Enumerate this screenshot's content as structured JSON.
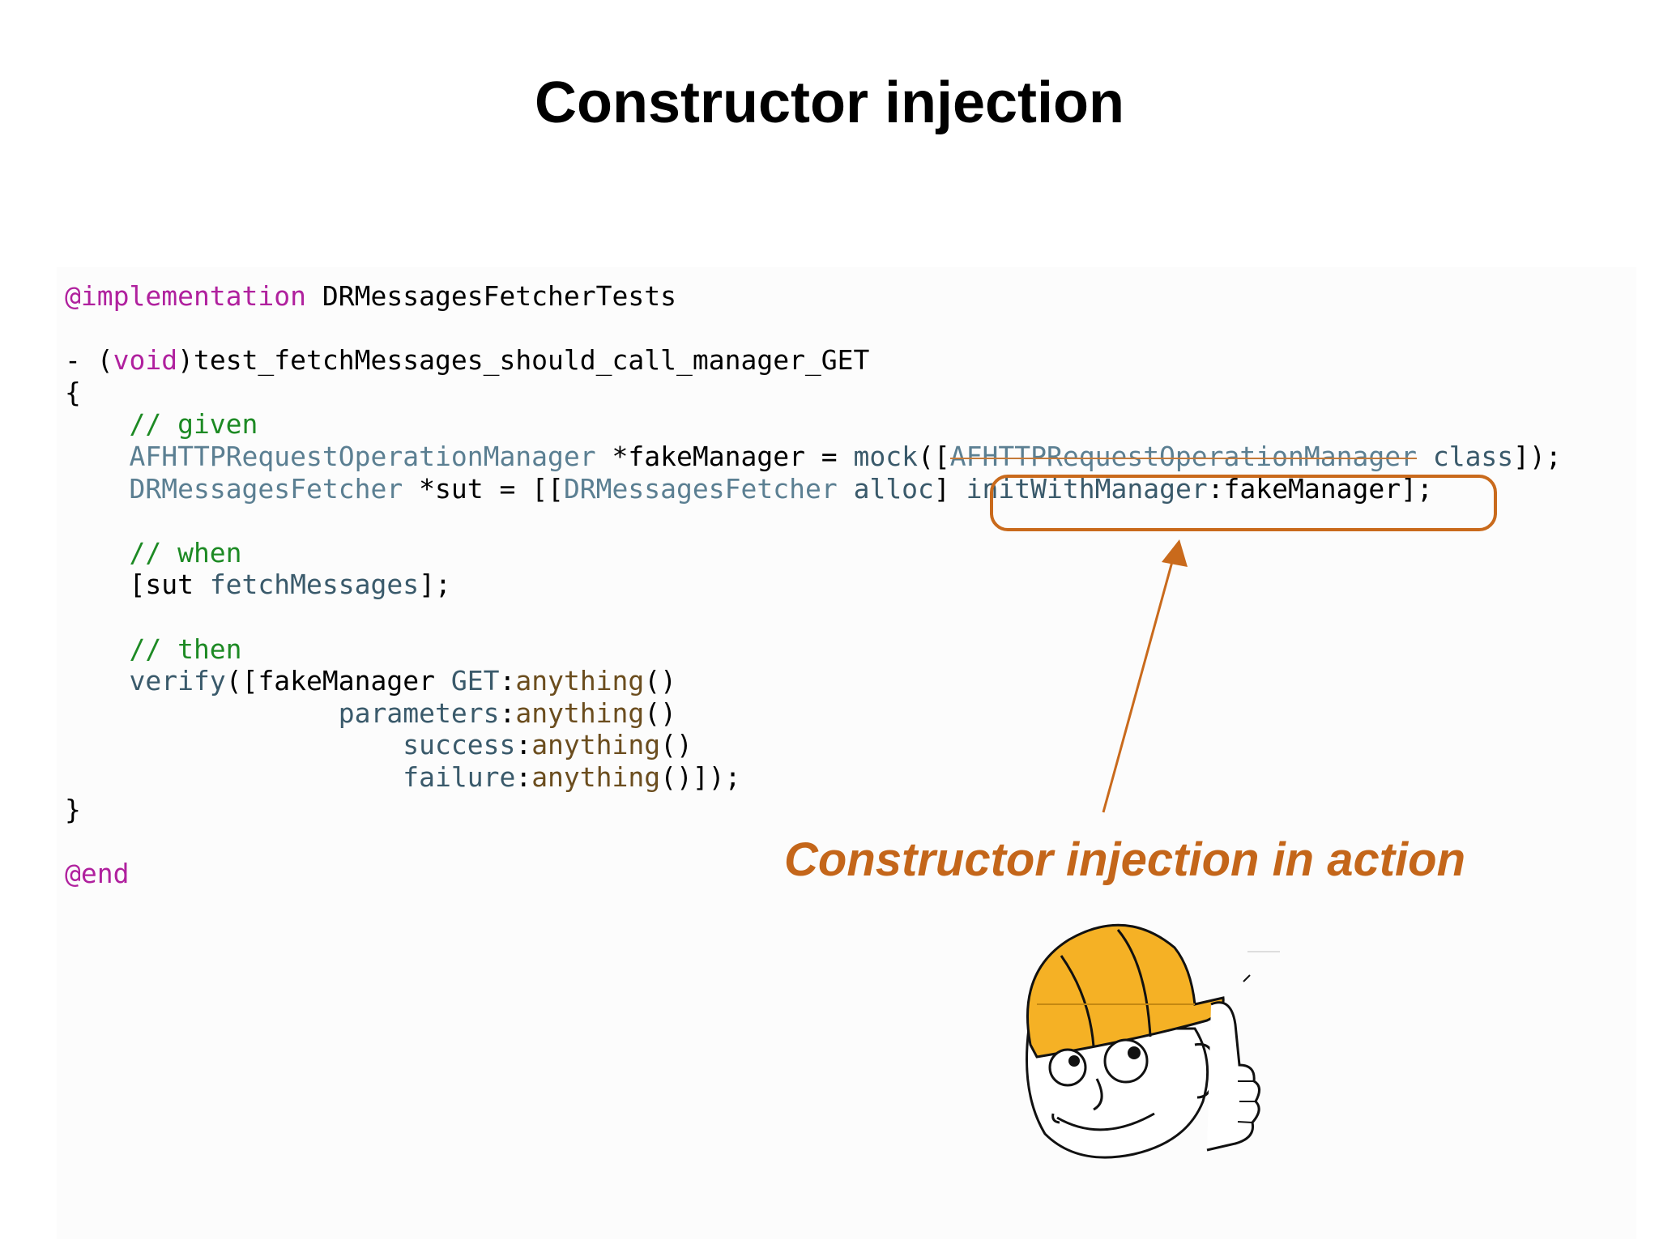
{
  "slide": {
    "title": "Constructor injection",
    "caption": "Constructor injection in action"
  },
  "code": {
    "lines": [
      [
        {
          "t": "@implementation",
          "c": "kw"
        },
        {
          "t": " DRMessagesFetcherTests",
          "c": "pl"
        }
      ],
      [],
      [
        {
          "t": "- (",
          "c": "pl"
        },
        {
          "t": "void",
          "c": "kw"
        },
        {
          "t": ")test_fetchMessages_should_call_manager_GET",
          "c": "pl"
        }
      ],
      [
        {
          "t": "{",
          "c": "pl"
        }
      ],
      [
        {
          "t": "    // given",
          "c": "cm"
        }
      ],
      [
        {
          "t": "    ",
          "c": "pl"
        },
        {
          "t": "AFHTTPRequestOperationManager",
          "c": "cls"
        },
        {
          "t": " *fakeManager = ",
          "c": "pl"
        },
        {
          "t": "mock",
          "c": "mt"
        },
        {
          "t": "([",
          "c": "pl"
        },
        {
          "t": "AFHTTPRequestOperationManager",
          "c": "cls",
          "s": true
        },
        {
          "t": " ",
          "c": "pl"
        },
        {
          "t": "class",
          "c": "mt"
        },
        {
          "t": "]);",
          "c": "pl"
        }
      ],
      [
        {
          "t": "    ",
          "c": "pl"
        },
        {
          "t": "DRMessagesFetcher",
          "c": "cls"
        },
        {
          "t": " *sut = [[",
          "c": "pl"
        },
        {
          "t": "DRMessagesFetcher",
          "c": "cls"
        },
        {
          "t": " ",
          "c": "pl"
        },
        {
          "t": "alloc",
          "c": "mt"
        },
        {
          "t": "] ",
          "c": "pl"
        },
        {
          "t": "initWithManager",
          "c": "mt"
        },
        {
          "t": ":fakeManager];",
          "c": "pl"
        }
      ],
      [],
      [
        {
          "t": "    // when",
          "c": "cm"
        }
      ],
      [
        {
          "t": "    [sut ",
          "c": "pl"
        },
        {
          "t": "fetchMessages",
          "c": "mt"
        },
        {
          "t": "];",
          "c": "pl"
        }
      ],
      [],
      [
        {
          "t": "    // then",
          "c": "cm"
        }
      ],
      [
        {
          "t": "    ",
          "c": "pl"
        },
        {
          "t": "verify",
          "c": "mt"
        },
        {
          "t": "([fakeManager ",
          "c": "pl"
        },
        {
          "t": "GET",
          "c": "mt"
        },
        {
          "t": ":",
          "c": "pl"
        },
        {
          "t": "anything",
          "c": "fn"
        },
        {
          "t": "()",
          "c": "pl"
        }
      ],
      [
        {
          "t": "                 ",
          "c": "pl"
        },
        {
          "t": "parameters",
          "c": "mt"
        },
        {
          "t": ":",
          "c": "pl"
        },
        {
          "t": "anything",
          "c": "fn"
        },
        {
          "t": "()",
          "c": "pl"
        }
      ],
      [
        {
          "t": "                     ",
          "c": "pl"
        },
        {
          "t": "success",
          "c": "mt"
        },
        {
          "t": ":",
          "c": "pl"
        },
        {
          "t": "anything",
          "c": "fn"
        },
        {
          "t": "()",
          "c": "pl"
        }
      ],
      [
        {
          "t": "                     ",
          "c": "pl"
        },
        {
          "t": "failure",
          "c": "mt"
        },
        {
          "t": ":",
          "c": "pl"
        },
        {
          "t": "anything",
          "c": "fn"
        },
        {
          "t": "()]);",
          "c": "pl"
        }
      ],
      [
        {
          "t": "}",
          "c": "pl"
        }
      ],
      [],
      [
        {
          "t": "@end",
          "c": "kw"
        }
      ]
    ]
  },
  "colors": {
    "accent": "#c4661a",
    "keyword": "#b0219e",
    "comment": "#1d8a24",
    "class_name": "#5b7f92"
  },
  "icons": {
    "mascot": "thumbs-up-hardhat-worker-icon",
    "arrow": "arrow-up-icon"
  }
}
